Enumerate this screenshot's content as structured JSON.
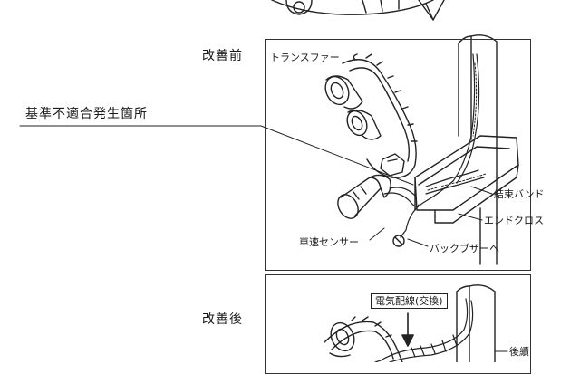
{
  "diagram": {
    "before": {
      "heading": "改善前",
      "callout": "基準不適合発生箇所",
      "labels": {
        "transfer": "トランスファー",
        "band": "結束バンド",
        "end_cross": "エンドクロス",
        "speed_sensor": "車速センサー",
        "to_buzzer": "バックブザーへ"
      }
    },
    "after": {
      "heading": "改善後",
      "wiring_box": "電気配線(交換)",
      "partial_label": "後續"
    }
  },
  "colors": {
    "ink": "#1a1a1a",
    "paper": "#ffffff"
  }
}
